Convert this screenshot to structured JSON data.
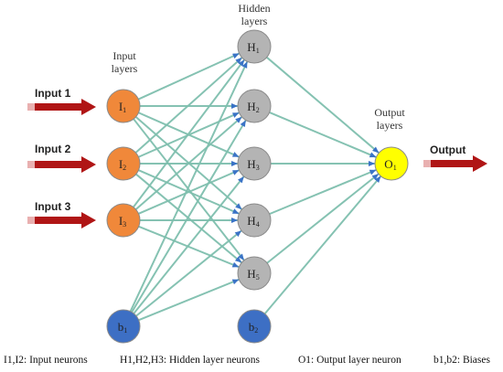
{
  "layer_labels": {
    "input": [
      "Input",
      "layers"
    ],
    "hidden": [
      "Hidden",
      "layers"
    ],
    "output": [
      "Output",
      "layers"
    ]
  },
  "inputs": [
    "Input 1",
    "Input 2",
    "Input 3"
  ],
  "output_label": "Output",
  "nodes": {
    "input": [
      {
        "id": "i1",
        "letter": "I",
        "sub": "1"
      },
      {
        "id": "i2",
        "letter": "I",
        "sub": "2"
      },
      {
        "id": "i3",
        "letter": "I",
        "sub": "3"
      }
    ],
    "bias_input": {
      "id": "b1",
      "letter": "b",
      "sub": "1"
    },
    "hidden": [
      {
        "id": "h1",
        "letter": "H",
        "sub": "1"
      },
      {
        "id": "h2",
        "letter": "H",
        "sub": "2"
      },
      {
        "id": "h3",
        "letter": "H",
        "sub": "3"
      },
      {
        "id": "h4",
        "letter": "H",
        "sub": "4"
      },
      {
        "id": "h5",
        "letter": "H",
        "sub": "5"
      }
    ],
    "bias_hidden": {
      "id": "b2",
      "letter": "b",
      "sub": "2"
    },
    "output": [
      {
        "id": "o1",
        "letter": "O",
        "sub": "1"
      }
    ]
  },
  "legend": [
    "I1,I2: Input neurons",
    "H1,H2,H3: Hidden layer neurons",
    "O1: Output layer neuron",
    "b1,b2: Biases"
  ],
  "colors": {
    "input": "#f0883a",
    "hidden": "#b4b4b4",
    "bias": "#3d6fc4",
    "output": "#ffff00",
    "connection": "#7fbfae",
    "arrow": "#b01515"
  }
}
